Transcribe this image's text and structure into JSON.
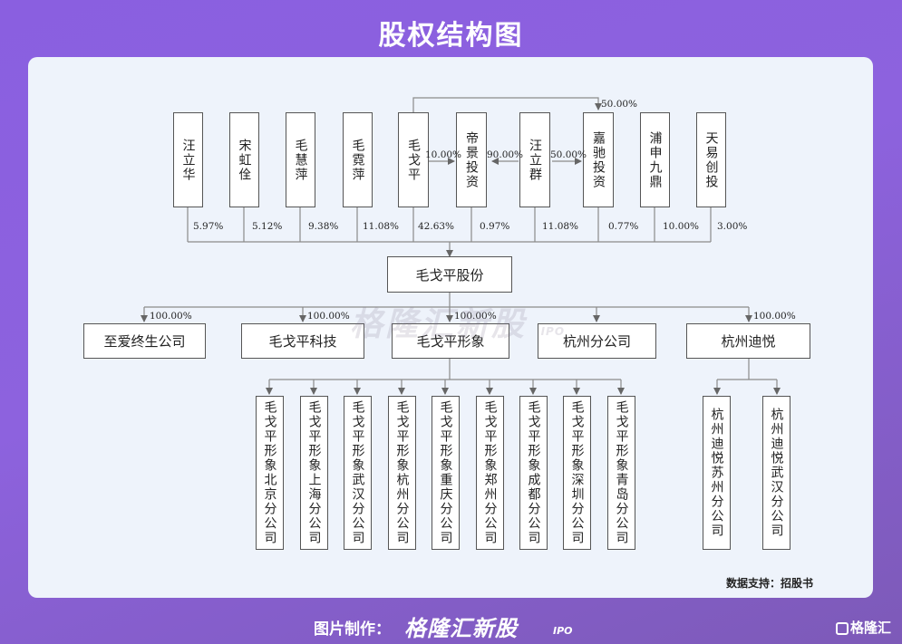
{
  "title": "股权结构图",
  "shareholders": [
    {
      "name": "汪立华",
      "pct": "5.97%"
    },
    {
      "name": "宋虹佺",
      "pct": "5.12%"
    },
    {
      "name": "毛慧萍",
      "pct": "9.38%"
    },
    {
      "name": "毛霓萍",
      "pct": "11.08%"
    },
    {
      "name": "毛戈平",
      "pct": "42.63%"
    },
    {
      "name": "帝景投资",
      "pct": "0.97%"
    },
    {
      "name": "汪立群",
      "pct": "11.08%"
    },
    {
      "name": "嘉驰投资",
      "pct": "0.77%"
    },
    {
      "name": "浦申九鼎",
      "pct": "10.00%"
    },
    {
      "name": "天易创投",
      "pct": "3.00%"
    }
  ],
  "cross_holdings": {
    "maogeping_to_dijing": "10.00%",
    "wangliqun_to_dijing": "90.00%",
    "wangliqun_to_jiachi": "50.00%",
    "maogeping_to_jiachi": "50.00%"
  },
  "company": "毛戈平股份",
  "subsidiaries": [
    {
      "name": "至爱终生公司",
      "pct": "100.00%"
    },
    {
      "name": "毛戈平科技",
      "pct": "100.00%"
    },
    {
      "name": "毛戈平形象",
      "pct": "100.00%"
    },
    {
      "name": "杭州分公司",
      "pct": ""
    },
    {
      "name": "杭州迪悦",
      "pct": "100.00%"
    }
  ],
  "image_branches": [
    "毛戈平形象北京分公司",
    "毛戈平形象上海分公司",
    "毛戈平形象武汉分公司",
    "毛戈平形象杭州分公司",
    "毛戈平形象重庆分公司",
    "毛戈平形象郑州分公司",
    "毛戈平形象成都分公司",
    "毛戈平形象深圳分公司",
    "毛戈平形象青岛分公司"
  ],
  "diyue_branches": [
    "杭州迪悦苏州分公司",
    "杭州迪悦武汉分公司"
  ],
  "source": "数据支持：招股书",
  "watermark": {
    "brand": "格隆汇新股",
    "suffix": "IPO"
  },
  "footer": {
    "credit": "图片制作：",
    "brand": "格隆汇新股",
    "brand_suffix": "IPO",
    "logo": "格隆汇"
  }
}
